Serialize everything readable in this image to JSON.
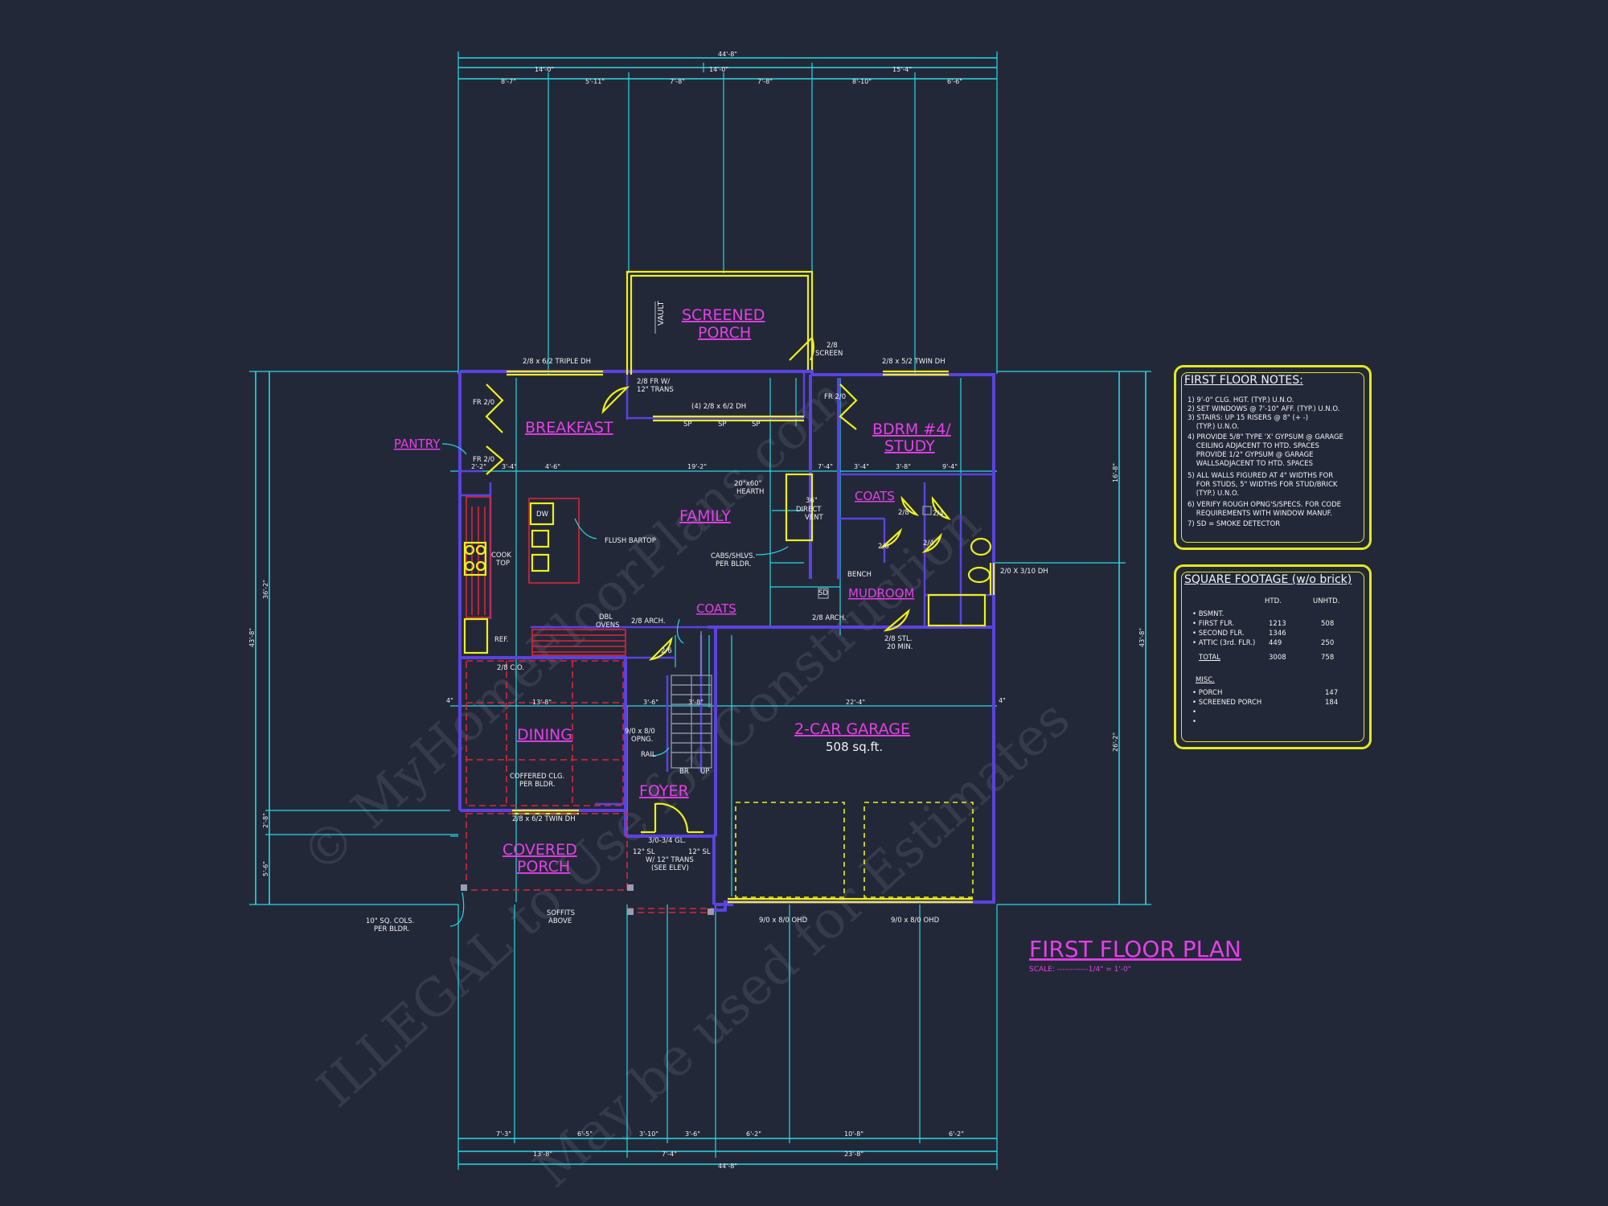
{
  "watermark": {
    "line1": "© MyHomeFloorPlans.com",
    "line2": "ILLEGAL to Use for Construction",
    "line3": "May be used for Estimates"
  },
  "plan_title": "FIRST FLOOR PLAN",
  "plan_scale": "SCALE: ------------1/4\" = 1'-0\"",
  "rooms": {
    "screened_porch_1": "SCREENED",
    "screened_porch_2": "PORCH",
    "breakfast": "BREAKFAST",
    "bdrm_1": "BDRM #4/",
    "bdrm_2": "STUDY",
    "family": "FAMILY",
    "pantry": "PANTRY",
    "coats_upper": "COATS",
    "coats_lower": "COATS",
    "mudroom": "MUDROOM",
    "dining": "DINING",
    "foyer": "FOYER",
    "garage": "2-CAR GARAGE",
    "garage_area": "508 sq.ft.",
    "covered_porch_1": "COVERED",
    "covered_porch_2": "PORCH"
  },
  "labels": {
    "vault": "VAULT",
    "triple_dh": "2/8 x 6/2 TRIPLE DH",
    "fr_trans": "2/8 FR W/",
    "fr_trans2": "12\" TRANS",
    "four_dh": "(4) 2/8 x 6/2 DH",
    "screen_door": "2/8",
    "screen_door2": "SCREEN",
    "twin_dh_top": "2/8 x 5/2 TWIN DH",
    "fr_left": "FR 2/0",
    "fr_left2": "FR 2/0",
    "fr_right": "FR 2/0",
    "sp": "SP",
    "hearth": "20\"x60\"",
    "hearth2": "HEARTH",
    "direct_vent": "36\"",
    "direct_vent2": "DIRECT",
    "direct_vent3": "VENT",
    "dw": "DW",
    "flush_bartop": "FLUSH BARTOP",
    "cook_top": "COOK",
    "cook_top2": "TOP",
    "ref": "REF.",
    "cabs": "CABS/SHLVS.",
    "cabs2": "PER BLDR.",
    "dbl_ovens": "DBL",
    "dbl_ovens2": "OVENS",
    "arch_left": "2/8 ARCH.",
    "arch_right": "2/8 ARCH.",
    "co": "2/8 C.O.",
    "opng": "9/0 x 8/0",
    "opng2": "OPNG.",
    "rail": "RAIL",
    "br": "BR",
    "up": "UP",
    "coffered": "COFFERED CLG.",
    "coffered2": "PER BLDR.",
    "twin_dh_dining": "2/8 x 6/2 TWIN DH",
    "bench": "BENCH",
    "sd": "SD",
    "stl": "2/8 STL.",
    "stl2": "20 MIN.",
    "dh_right": "2/0 X 3/10 DH",
    "door_26": "2/6",
    "door_28": "2/8",
    "door_24a": "2/4",
    "door_24b": "2/4",
    "door_26b": "2/6",
    "front_door": "3/0-3/4 GL.",
    "sl_left": "12\" SL",
    "sl_right": "12\" SL",
    "trans": "W/ 12\" TRANS",
    "see_elev": "(SEE ELEV)",
    "ohd_left": "9/0 x 8/0 OHD",
    "ohd_right": "9/0 x 8/0 OHD",
    "soffits": "SOFFITS",
    "soffits2": "ABOVE",
    "cols": "10\" SQ. COLS.",
    "cols2": "PER BLDR."
  },
  "dimensions": {
    "top_overall": "44'-8\"",
    "top_mid_a": "14'-0\"",
    "top_mid_b": "14'-0\"",
    "top_mid_c": "15'-4\"",
    "top_1": "8'-7\"",
    "top_2": "5'-11\"",
    "top_3": "7'-8\"",
    "top_4": "7'-8\"",
    "top_5": "8'-10\"",
    "top_6": "6'-6\"",
    "bot_overall": "44'-8\"",
    "bot_mid_a": "13'-8\"",
    "bot_mid_b": "7'-4\"",
    "bot_mid_c": "23'-8\"",
    "bot_1": "7'-3\"",
    "bot_2": "6'-5\"",
    "bot_3": "3'-10\"",
    "bot_4": "3'-6\"",
    "bot_5": "6'-2\"",
    "bot_6": "10'-8\"",
    "bot_7": "6'-2\"",
    "left_overall": "43'-8\"",
    "left_a": "36'-2\"",
    "left_b": "2'-8\"",
    "left_c": "5'-6\"",
    "right_overall": "43'-8\"",
    "right_a": "16'-8\"",
    "right_b": "26'-2\"",
    "int_19_2": "19'-2\"",
    "int_4_6": "4'-6\"",
    "int_3_4": "3'-4\"",
    "int_2_2": "2'-2\"",
    "int_7_4": "7'-4\"",
    "int_3_4b": "3'-4\"",
    "int_3_8": "3'-8\"",
    "int_9_4": "9'-4\"",
    "int_13_8": "13'-8\"",
    "int_3_6": "3'-6\"",
    "int_3_8b": "3'-8\"",
    "int_22_4": "22'-4\"",
    "int_4a": "4\"",
    "int_4b": "4\""
  },
  "first_floor_notes": {
    "title": "FIRST FLOOR NOTES:",
    "lines": [
      "1) 9'-0\" CLG. HGT. (TYP.) U.N.O.",
      "2) SET WINDOWS @ 7'-10\" AFF. (TYP.) U.N.O.",
      "3) STAIRS: UP 15 RISERS @ 8\" (+ -)",
      "    (TYP.) U.N.O.",
      "4) PROVIDE 5/8\" TYPE 'X' GYPSUM @ GARAGE",
      "    CEILING ADJACENT TO HTD. SPACES",
      "    PROVIDE 1/2\" GYPSUM @ GARAGE",
      "    WALLSADJACENT TO HTD. SPACES",
      "5) ALL WALLS FIGURED AT 4\" WIDTHS FOR",
      "    FOR STUDS, 5\" WIDTHS FOR STUD/BRICK",
      "    (TYP.) U.N.O.",
      "6) VERIFY ROUGH OPNG'S/SPECS. FOR CODE",
      "    REQUIREMENTS WITH WINDOW MANUF.",
      "7) SD = SMOKE DETECTOR"
    ]
  },
  "square_footage": {
    "title": "SQUARE FOOTAGE (w/o brick)",
    "col_htd": "HTD.",
    "col_unhtd": "UNHTD.",
    "rows": [
      {
        "label": "• BSMNT.",
        "htd": "",
        "unhtd": ""
      },
      {
        "label": "• FIRST FLR.",
        "htd": "1213",
        "unhtd": "508"
      },
      {
        "label": "• SECOND FLR.",
        "htd": "1346",
        "unhtd": ""
      },
      {
        "label": "• ATTIC (3rd. FLR.)",
        "htd": "449",
        "unhtd": "250"
      }
    ],
    "total_label": "TOTAL",
    "total_htd": "3008",
    "total_unhtd": "758",
    "misc_label": "MISC.",
    "misc_rows": [
      {
        "label": "• PORCH",
        "value": "147"
      },
      {
        "label": "• SCREENED PORCH",
        "value": "184"
      },
      {
        "label": "•",
        "value": ""
      },
      {
        "label": "•",
        "value": ""
      }
    ]
  }
}
